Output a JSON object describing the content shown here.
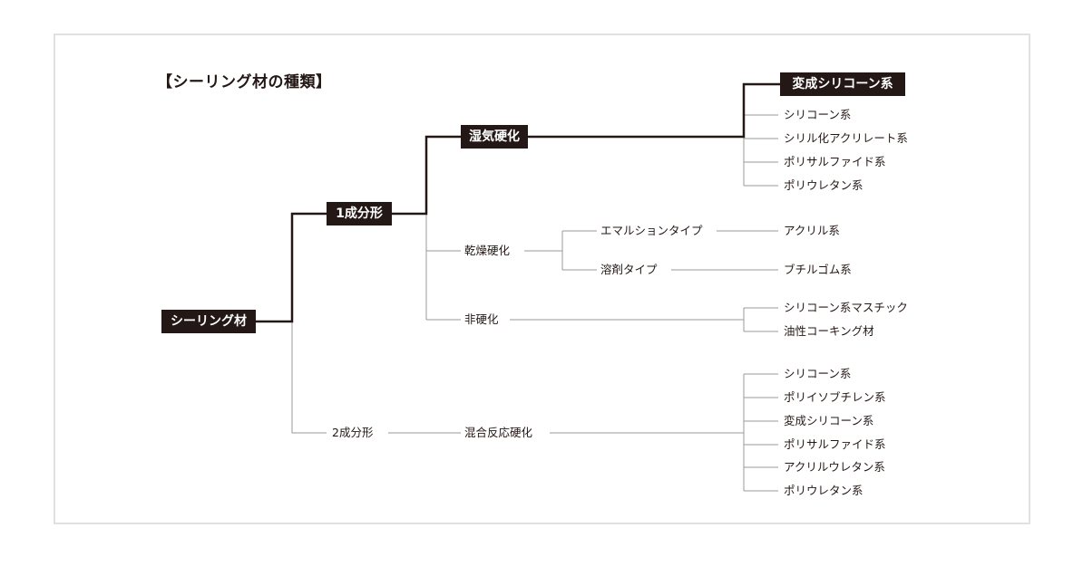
{
  "title": "【シーリング材の種類】",
  "root": "シーリング材",
  "one_part": {
    "label": "1成分形",
    "moisture": {
      "label": "湿気硬化",
      "items": [
        "変成シリコーン系",
        "シリコーン系",
        "シリル化アクリレート系",
        "ポリサルファイド系",
        "ポリウレタン系"
      ]
    },
    "drying": {
      "label": "乾燥硬化",
      "emulsion": {
        "label": "エマルションタイプ",
        "item": "アクリル系"
      },
      "solvent": {
        "label": "溶剤タイプ",
        "item": "ブチルゴム系"
      }
    },
    "non_curing": {
      "label": "非硬化",
      "items": [
        "シリコーン系マスチック",
        "油性コーキング材"
      ]
    }
  },
  "two_part": {
    "label": "2成分形",
    "reactive": {
      "label": "混合反応硬化",
      "items": [
        "シリコーン系",
        "ポリイソブチレン系",
        "変成シリコーン系",
        "ポリサルファイド系",
        "アクリルウレタン系",
        "ポリウレタン系"
      ]
    }
  },
  "colors": {
    "dark": "#231815",
    "line": "#999999",
    "frame": "#e1e1e1"
  }
}
